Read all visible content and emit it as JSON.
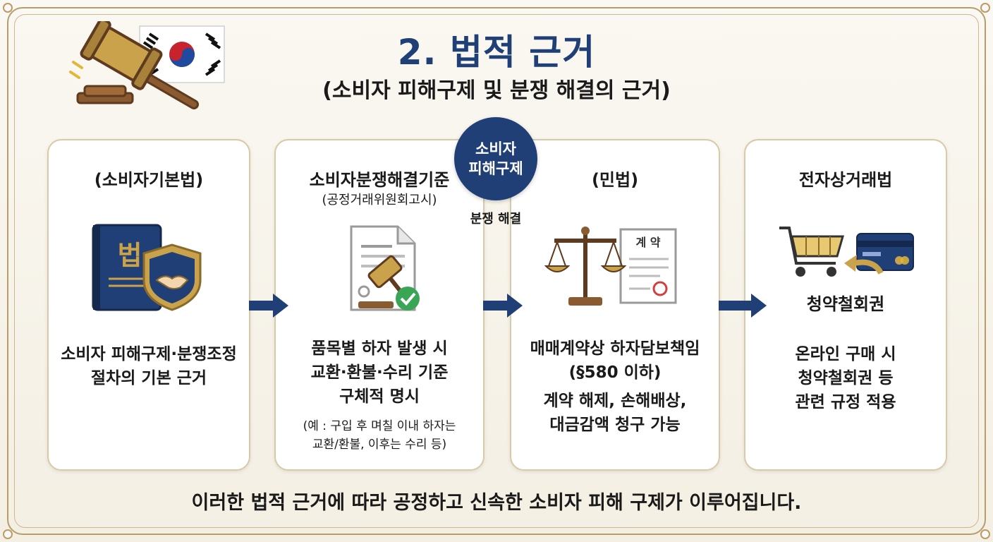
{
  "header": {
    "title": "2. 법적 근거",
    "subtitle": "(소비자 피해구제 및 분쟁 해결의 근거)"
  },
  "center_badge": {
    "line1": "소비자",
    "line2": "피해구제",
    "caption": "분쟁 해결"
  },
  "cards": [
    {
      "title": "(소비자기본법)",
      "icon_text": "법",
      "lines": [
        "소비자 피해구제·분쟁조정",
        "절차의 기본 근거"
      ]
    },
    {
      "title": "소비자분쟁해결기준",
      "subtitle": "(공정거래위원회고시)",
      "lines": [
        "품목별 하자 발생 시",
        "교환·환불·수리 기준",
        "구체적 명시"
      ],
      "note_lines": [
        "(예 : 구입 후 며칠 이내 하자는",
        "교환/환불, 이후는 수리 등)"
      ]
    },
    {
      "title": "(민법)",
      "icon_text": "계 약",
      "lines": [
        "매매계약상 하자담보책임",
        "(§580 이하)"
      ],
      "lines2": [
        "계약 해제, 손해배상,",
        "대금감액 청구 가능"
      ]
    },
    {
      "title": "전자상거래법",
      "icon_caption": "청약철회권",
      "lines": [
        "온라인 구매 시",
        "청약철회권 등",
        "관련 규정 적용"
      ]
    }
  ],
  "footer": "이러한 법적 근거에 따라 공정하고 신속한 소비자 피해 구제가 이루어집니다.",
  "colors": {
    "navy": "#1f3f76",
    "gold": "#c9a24b",
    "brown": "#7a4a26",
    "border": "#d9c9a6"
  }
}
